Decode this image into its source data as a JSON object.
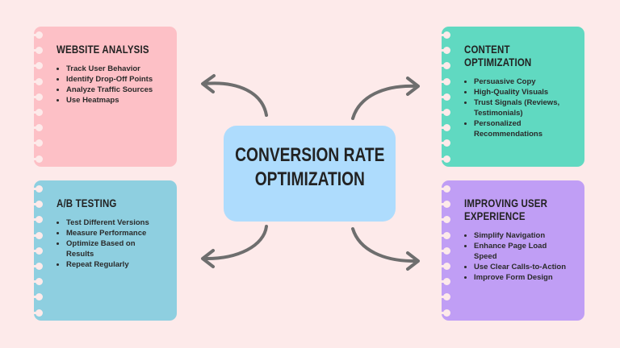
{
  "center": {
    "line1": "CONVERSION RATE",
    "line2": "OPTIMIZATION"
  },
  "cards": [
    {
      "title": "WEBSITE ANALYSIS",
      "color": "#fdc0c6",
      "items": [
        "Track User Behavior",
        "Identify Drop-Off Points",
        "Analyze Traffic Sources",
        "Use Heatmaps"
      ]
    },
    {
      "title": "CONTENT OPTIMIZATION",
      "color": "#60d9c1",
      "items": [
        "Persuasive Copy",
        "High-Quality Visuals",
        "Trust Signals (Reviews, Testimonials)",
        "Personalized Recommendations"
      ]
    },
    {
      "title": "A/B TESTING",
      "color": "#8ecfe0",
      "items": [
        "Test Different Versions",
        "Measure Performance",
        "Optimize Based on Results",
        "Repeat Regularly"
      ]
    },
    {
      "title": "IMPROVING USER EXPERIENCE",
      "color": "#c09ef5",
      "items": [
        "Simplify Navigation",
        "Enhance Page Load Speed",
        "Use Clear Calls-to-Action",
        "Improve Form Design"
      ]
    }
  ],
  "arrow_color": "#6e6e6e"
}
